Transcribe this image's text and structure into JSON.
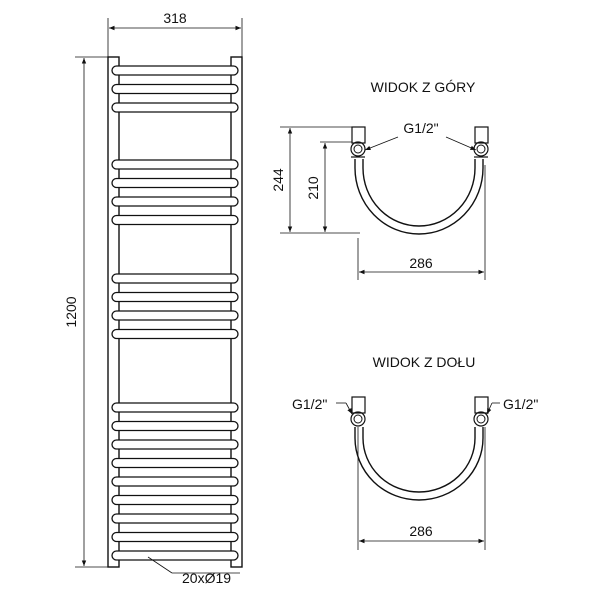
{
  "front": {
    "width_label": "318",
    "height_label": "1200",
    "tube_spec": "20xØ19",
    "tube_groups": [
      3,
      4,
      4,
      9
    ]
  },
  "top_view": {
    "title": "WIDOK Z GÓRY",
    "connector_label": "G1/2\"",
    "depth_outer": "244",
    "depth_inner": "210",
    "width_label": "286"
  },
  "bottom_view": {
    "title": "WIDOK Z DOŁU",
    "connector_left": "G1/2\"",
    "connector_right": "G1/2\"",
    "width_label": "286"
  }
}
